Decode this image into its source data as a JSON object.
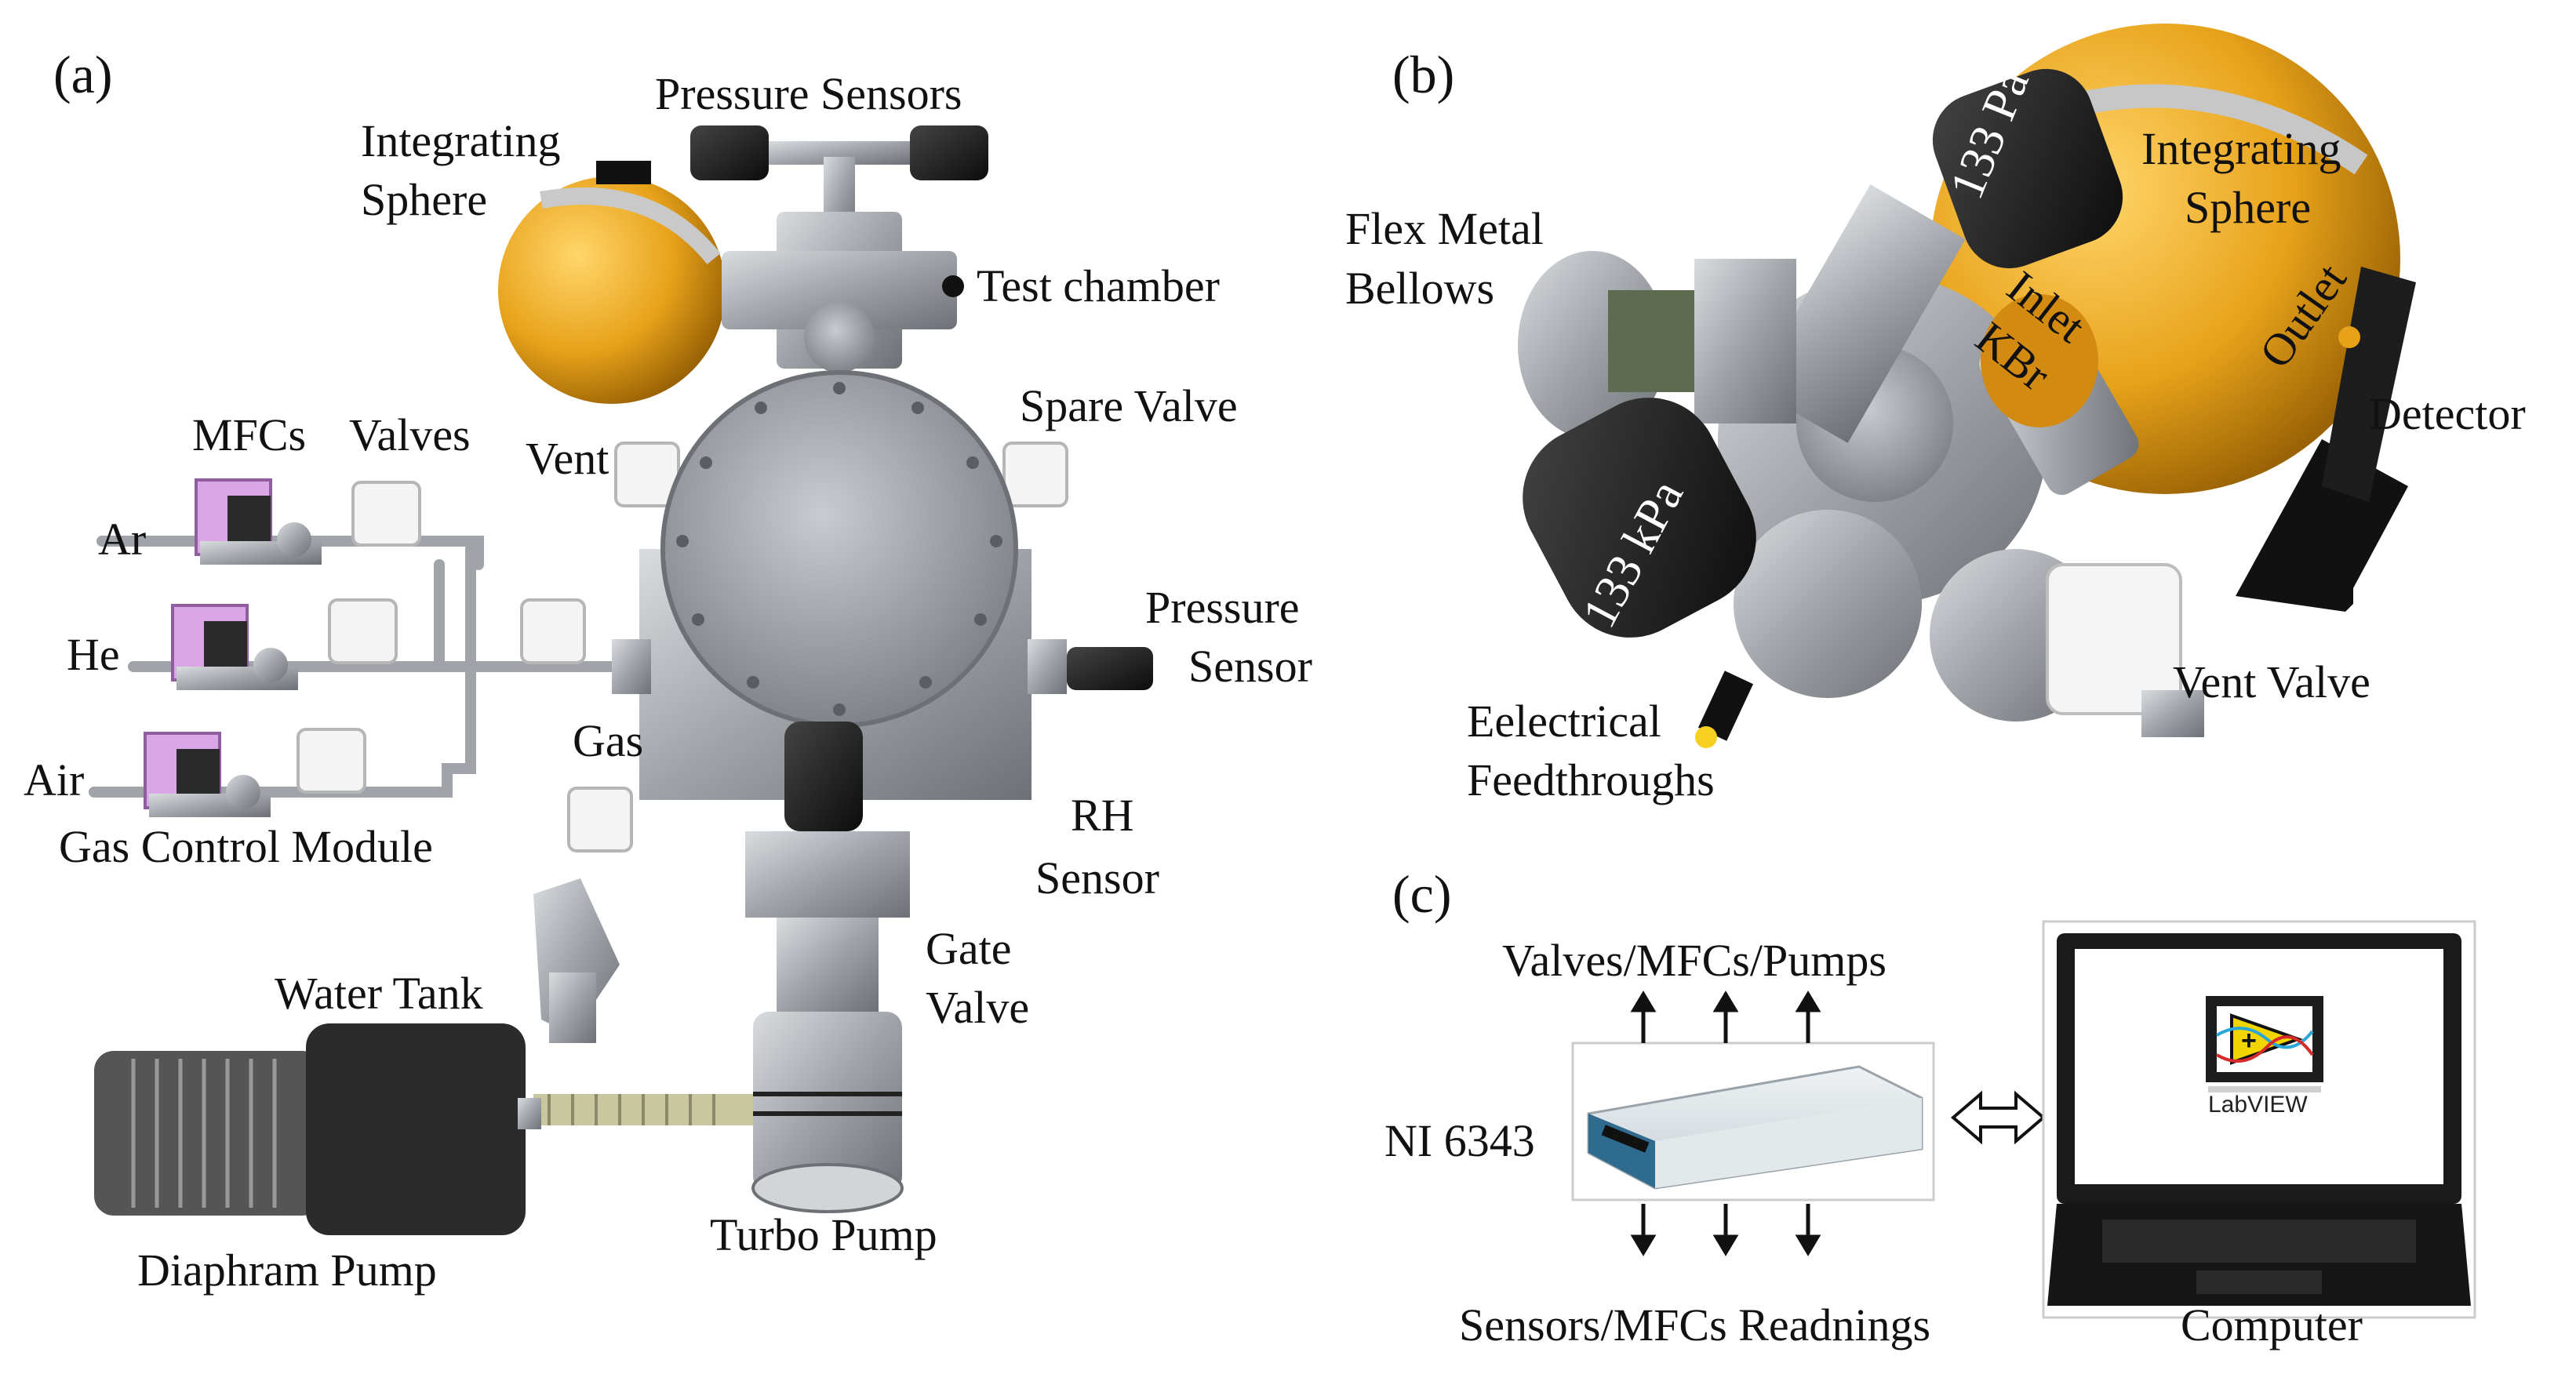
{
  "panels": {
    "a": "(a)",
    "b": "(b)",
    "c": "(c)"
  },
  "panel_a": {
    "pressure_sensors": "Pressure Sensors",
    "integrating": "Integrating",
    "sphere": "Sphere",
    "test_chamber": "Test chamber",
    "mfcs": "MFCs",
    "valves": "Valves",
    "vent": "Vent",
    "spare_valve": "Spare Valve",
    "ar": "Ar",
    "he": "He",
    "air": "Air",
    "pressure": "Pressure",
    "sensor": "Sensor",
    "gas": "Gas",
    "gas_control_module": "Gas Control Module",
    "rh": "RH",
    "rh_sensor": "Sensor",
    "gate": "Gate",
    "gate_valve": "Valve",
    "water_tank": "Water Tank",
    "turbo_pump": "Turbo Pump",
    "diaphram_pump": "Diaphram Pump"
  },
  "panel_b": {
    "flex_metal": "Flex Metal",
    "bellows": "Bellows",
    "pa_133": "133 Pa",
    "kpa_133": "133 kPa",
    "integrating": "Integrating",
    "sphere": "Sphere",
    "inlet": "Inlet",
    "kbr": "KBr",
    "outlet": "Outlet",
    "detector": "Detector",
    "vent_valve": "Vent Valve",
    "eelectrical": "Eelectrical",
    "feedthroughs": "Feedthroughs"
  },
  "panel_c": {
    "valves_mfcs_pumps": "Valves/MFCs/Pumps",
    "ni_6343": "NI 6343",
    "sensors_readings": "Sensors/MFCs Readnings",
    "computer": "Computer",
    "labview": "LabVIEW"
  },
  "colors": {
    "gold": "#e8a21a",
    "steel": "#a9adb3",
    "black_gauge": "#1a1a1a",
    "mfc_pink": "#d9a6e6",
    "ni_blue": "#2f6a8f"
  }
}
